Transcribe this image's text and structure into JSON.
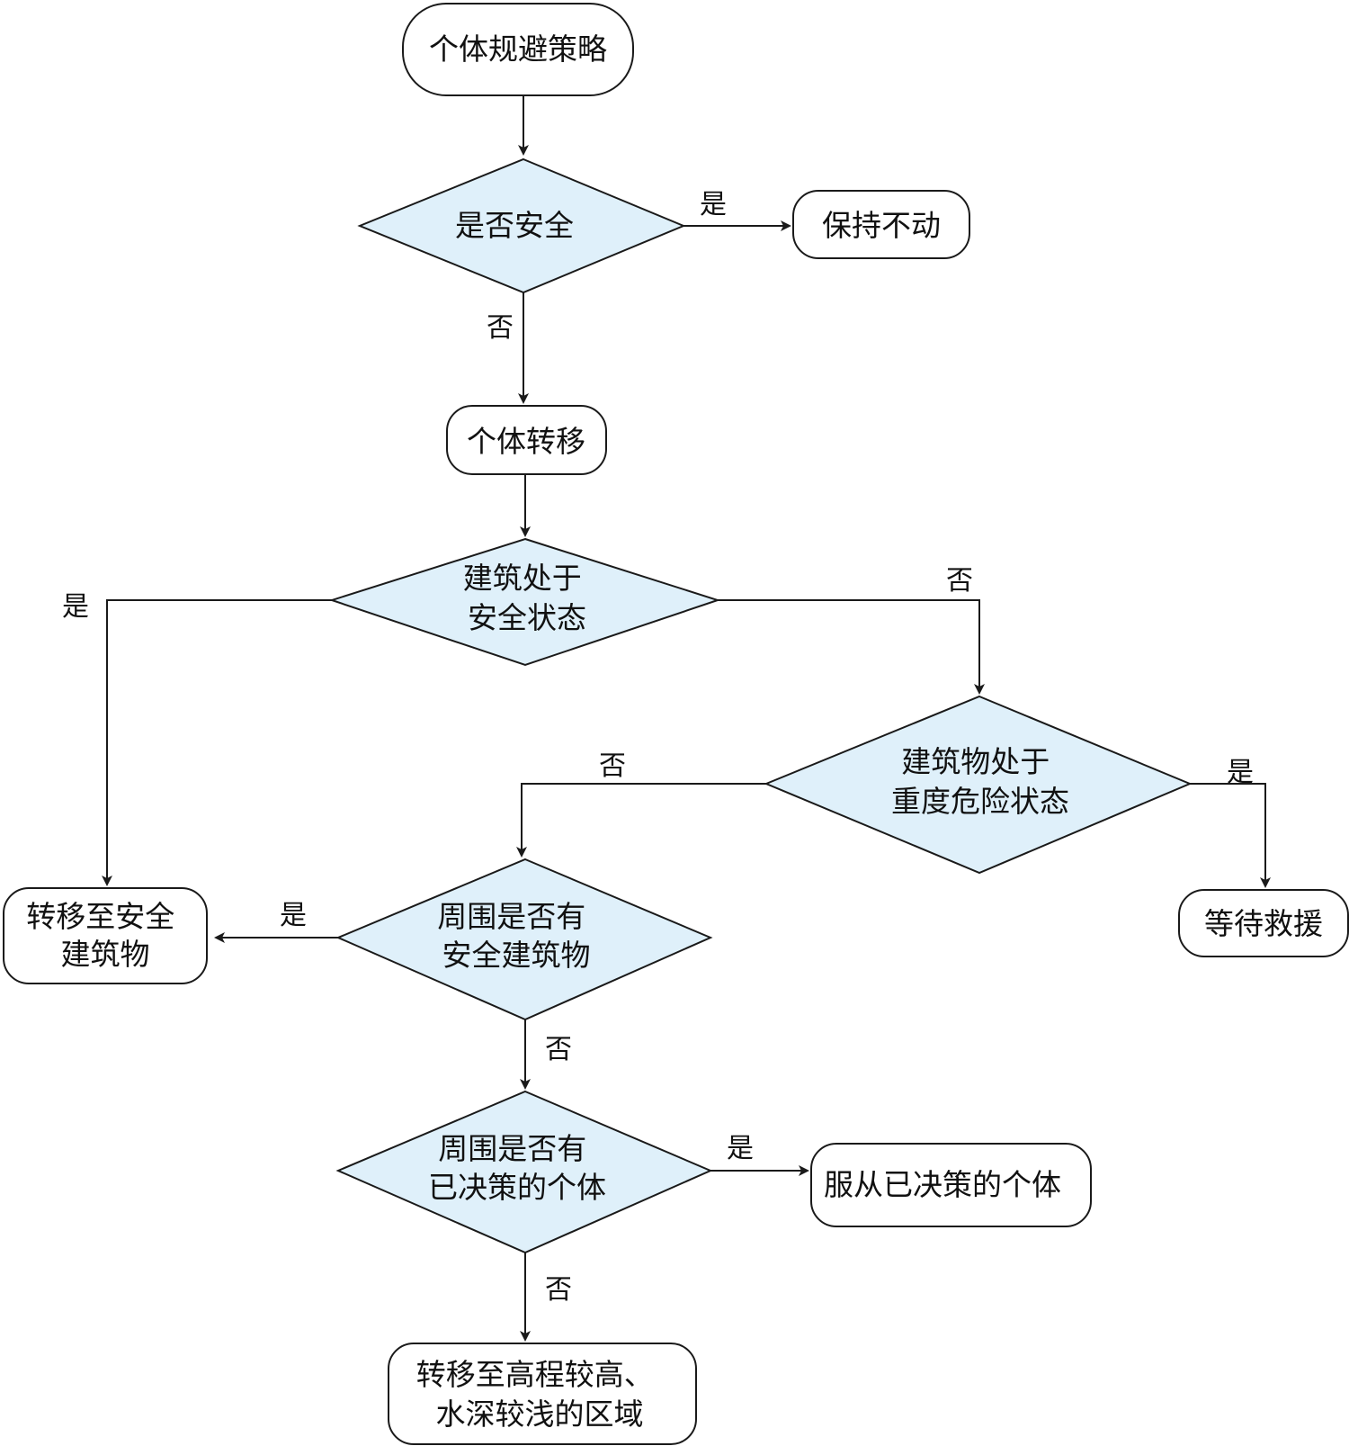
{
  "colors": {
    "decision_fill": "#dff0fa",
    "stroke": "#1a1a1a",
    "arrow": "#1a1a1a",
    "text": "#111111",
    "background": "#ffffff"
  },
  "nodes": {
    "start": {
      "lines": [
        "个体规避策略"
      ]
    },
    "is_safe": {
      "lines": [
        "是否安全"
      ]
    },
    "stay_still": {
      "lines": [
        "保持不动"
      ]
    },
    "individual_transfer": {
      "lines": [
        "个体转移"
      ]
    },
    "building_safe": {
      "lines": [
        "建筑处于",
        "安全状态"
      ]
    },
    "building_danger": {
      "lines": [
        "建筑物处于",
        "重度危险状态"
      ]
    },
    "move_safe_building": {
      "lines": [
        "转移至安全",
        "建筑物"
      ]
    },
    "nearby_safe_building": {
      "lines": [
        "周围是否有",
        "安全建筑物"
      ]
    },
    "wait_rescue": {
      "lines": [
        "等待救援"
      ]
    },
    "nearby_decided": {
      "lines": [
        "周围是否有",
        "已决策的个体"
      ]
    },
    "follow_decided": {
      "lines": [
        "服从已决策的个体"
      ]
    },
    "move_high_area": {
      "lines": [
        "转移至高程较高、",
        "水深较浅的区域"
      ]
    }
  },
  "edge_labels": {
    "is_safe_yes": "是",
    "is_safe_no": "否",
    "building_safe_yes": "是",
    "building_safe_no": "否",
    "building_danger_yes": "是",
    "building_danger_no": "否",
    "nearby_safe_building_yes": "是",
    "nearby_safe_building_no": "否",
    "nearby_decided_yes": "是",
    "nearby_decided_no": "否"
  }
}
